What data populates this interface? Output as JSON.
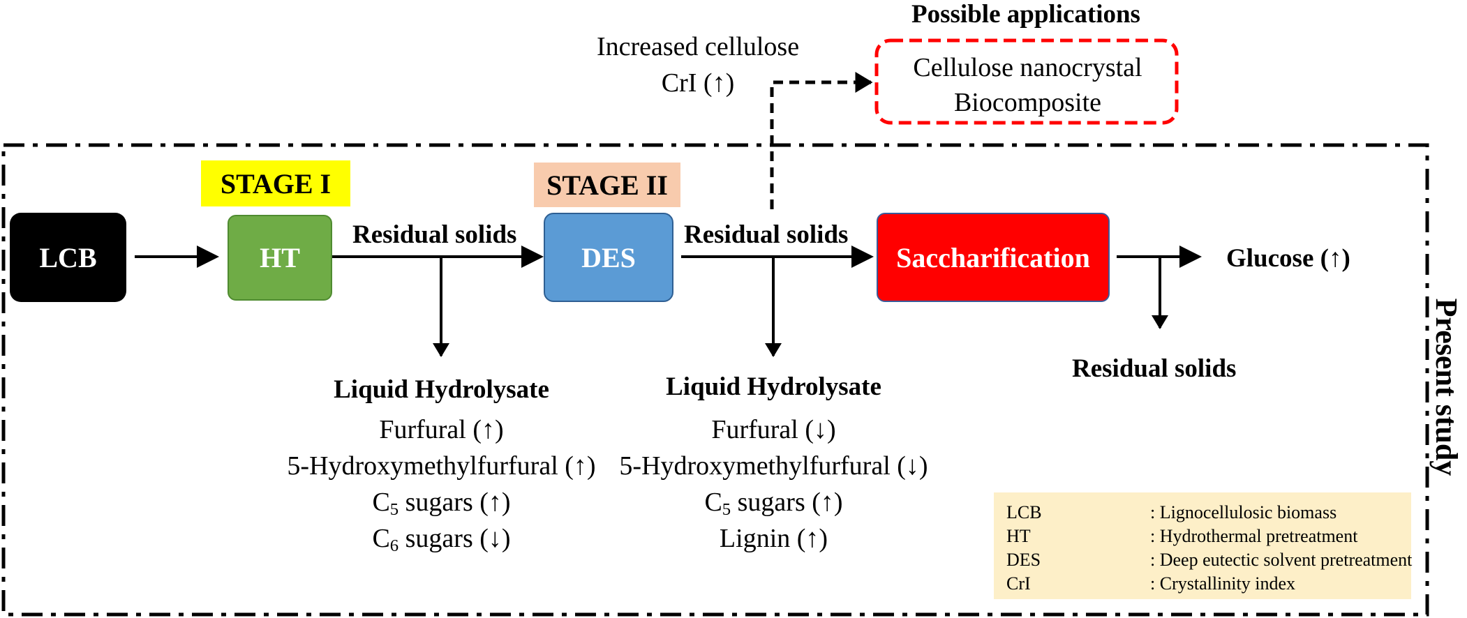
{
  "boxes": {
    "lcb": "LCB",
    "ht": "HT",
    "des": "DES",
    "saccharification": "Saccharification"
  },
  "stages": {
    "stage1": "STAGE I",
    "stage2": "STAGE II"
  },
  "flow_labels": {
    "residual_solids_1": "Residual solids",
    "residual_solids_2": "Residual solids",
    "residual_solids_3": "Residual solids",
    "glucose": "Glucose (↑)"
  },
  "hydrolysate_1": {
    "title": "Liquid Hydrolysate",
    "items": [
      {
        "text": "Furfural (↑)"
      },
      {
        "text": "5-Hydroxymethylfurfural (↑)"
      },
      {
        "pre": "C",
        "sub": "5",
        "post": " sugars (↑)"
      },
      {
        "pre": "C",
        "sub": "6",
        "post": " sugars (↓)"
      }
    ]
  },
  "hydrolysate_2": {
    "title": "Liquid Hydrolysate",
    "items": [
      {
        "text": "Furfural (↓)"
      },
      {
        "text": "5-Hydroxymethylfurfural (↓)"
      },
      {
        "pre": "C",
        "sub": "5",
        "post": " sugars (↑)"
      },
      {
        "text": "Lignin (↑)"
      }
    ]
  },
  "cellulose_note": {
    "line1": "Increased cellulose",
    "line2": "CrI (↑)"
  },
  "applications": {
    "title": "Possible applications",
    "items": [
      "Cellulose nanocrystal",
      "Biocomposite"
    ]
  },
  "frame_label": "Present study",
  "legend": [
    {
      "abbr": "LCB",
      "definition": ": Lignocellulosic biomass"
    },
    {
      "abbr": "HT",
      "definition": ": Hydrothermal pretreatment"
    },
    {
      "abbr": "DES",
      "definition": ": Deep eutectic solvent pretreatment"
    },
    {
      "abbr": "CrI",
      "definition": ": Crystallinity index"
    }
  ],
  "colors": {
    "lcb": "#000000",
    "ht": "#6fac46",
    "des": "#5b9bd5",
    "saccharification": "#ff0000",
    "stage1": "#ffff00",
    "stage2": "#f8cbad",
    "applications_border": "#ff0000",
    "legend_bg": "#fdefc8"
  }
}
